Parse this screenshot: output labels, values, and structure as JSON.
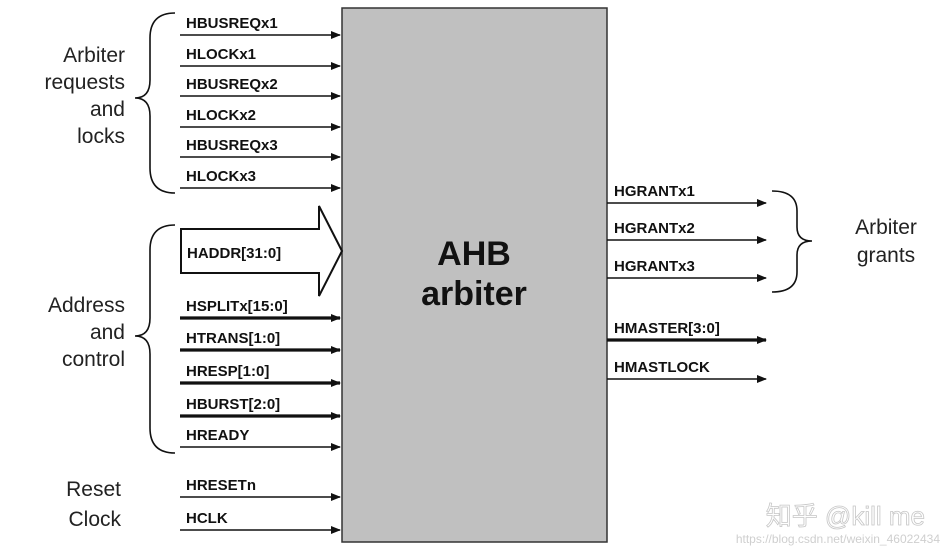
{
  "block": {
    "line1": "AHB",
    "line2": "arbiter",
    "fill": "#c0c0c0"
  },
  "groups": {
    "requests": [
      "Arbiter",
      "requests",
      "and",
      "locks"
    ],
    "address": [
      "Address",
      "and",
      "control"
    ],
    "reset": "Reset",
    "clock": "Clock",
    "grants": [
      "Arbiter",
      "grants"
    ]
  },
  "inputs": {
    "request_signals": [
      "HBUSREQx1",
      "HLOCKx1",
      "HBUSREQx2",
      "HLOCKx2",
      "HBUSREQx3",
      "HLOCKx3"
    ],
    "haddr": "HADDR[31:0]",
    "control_signals": [
      "HSPLITx[15:0]",
      "HTRANS[1:0]",
      "HRESP[1:0]",
      "HBURST[2:0]",
      "HREADY"
    ],
    "hresetn": "HRESETn",
    "hclk": "HCLK"
  },
  "outputs": {
    "grant_signals": [
      "HGRANTx1",
      "HGRANTx2",
      "HGRANTx3"
    ],
    "hmaster": "HMASTER[3:0]",
    "hmastlock": "HMASTLOCK"
  },
  "watermark": {
    "brand": "知乎 @kill me",
    "url": "https://blog.csdn.net/weixin_46022434"
  }
}
